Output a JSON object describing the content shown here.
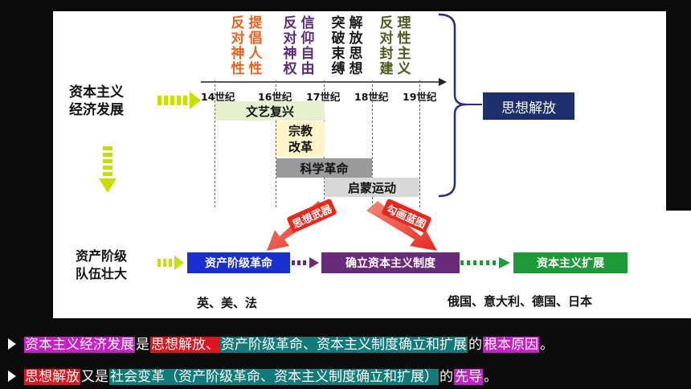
{
  "left_block": {
    "line1": "资本主义",
    "line2": "经济发展"
  },
  "vertical_labels": [
    {
      "text": "反对神性",
      "color": "#e8641e"
    },
    {
      "text": "提倡人性",
      "color": "#e8641e"
    },
    {
      "text": "反对神权",
      "color": "#5a2a7a"
    },
    {
      "text": "信仰自由",
      "color": "#5a2a7a"
    },
    {
      "text": "突破束缚",
      "color": "#1a1a1a"
    },
    {
      "text": "解放思想",
      "color": "#1a1a1a"
    },
    {
      "text": "反对封建",
      "color": "#4a5a1a"
    },
    {
      "text": "理性主义",
      "color": "#4a5a1a"
    }
  ],
  "centuries": [
    "14世纪",
    "16世纪",
    "17世纪",
    "18世纪",
    "19世纪"
  ],
  "movements": [
    {
      "label": "文艺复兴",
      "bg": "#e6f0cf"
    },
    {
      "label": "宗教改革",
      "bg": "#fdf5c8"
    },
    {
      "label": "科学革命",
      "bg": "#9a9a9a"
    },
    {
      "label": "启蒙运动",
      "bg": "#d8d8d8"
    }
  ],
  "outcome_box": {
    "label": "思想解放",
    "bg": "#1f2f6e"
  },
  "arrow_labels": {
    "left": "思想武器",
    "right": "勾画蓝图"
  },
  "bottom_left": {
    "line1": "资产阶级",
    "line2": "队伍壮大"
  },
  "stages": [
    {
      "label": "资产阶级革命",
      "bg": "#1a2fcf"
    },
    {
      "label": "确立资本主义制度",
      "bg": "#6a2a7a"
    },
    {
      "label": "资本主义扩展",
      "bg": "#1f9a3a"
    }
  ],
  "countries": {
    "left": "英、美、法",
    "right": "俄国、意大利、德国、日本"
  },
  "notes": {
    "line1": {
      "p1": "资本主义经济发展",
      "p2": "是",
      "p3": "思想解放、",
      "p4": "资产阶级革命、资本主义制度确立和扩展",
      "p5": "的",
      "p6": "根本原因",
      "p7": "。"
    },
    "line2": {
      "p1": "思想解放",
      "p2": "又是",
      "p3": "社会变革（资产阶级革命、资本主义制度确立和扩展）",
      "p4": "的",
      "p5": "先导",
      "p6": "。"
    }
  },
  "highlight_colors": {
    "magenta": "#c81ec8",
    "red": "#e0141e",
    "teal": "#127a7a"
  }
}
